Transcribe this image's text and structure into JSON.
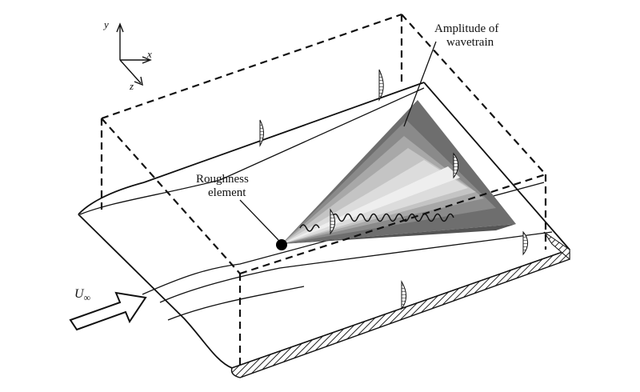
{
  "axes": {
    "y": "y",
    "x": "x",
    "z": "z"
  },
  "labels": {
    "amplitude_line1": "Amplitude of",
    "amplitude_line2": "wavetrain",
    "roughness_line1": "Roughness",
    "roughness_line2": "element",
    "freestream": "U",
    "freestream_sub": "∞"
  }
}
